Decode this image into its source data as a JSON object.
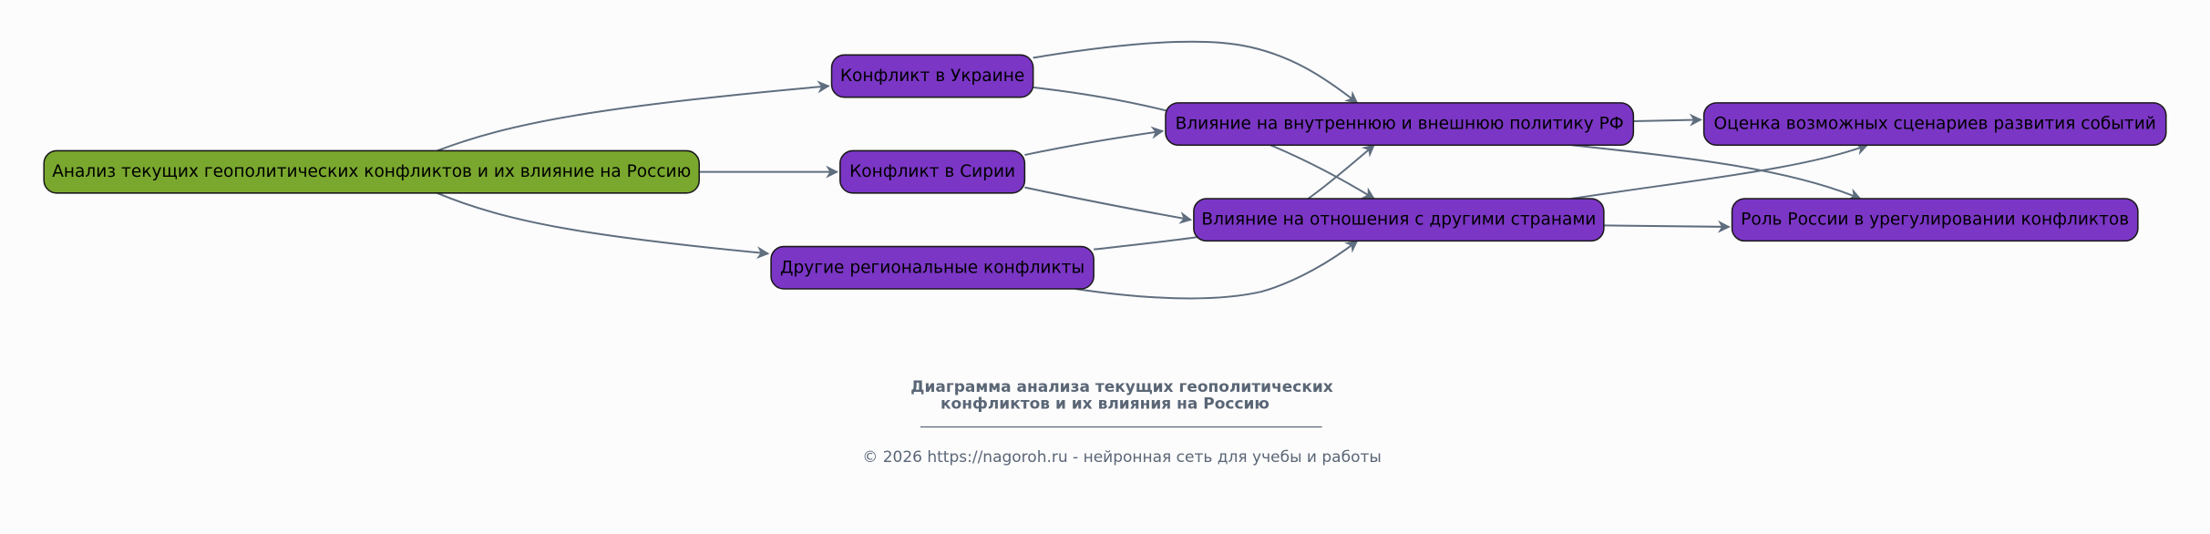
{
  "colors": {
    "root": "#7aa82e",
    "node": "#7b36c6",
    "edge": "#5f6e7e",
    "caption": "#5a6675"
  },
  "nodes": {
    "root": "Анализ текущих геополитических конфликтов и их влияние на Россию",
    "ukraine": "Конфликт в Украине",
    "syria": "Конфликт в Сирии",
    "other": "Другие региональные конфликты",
    "policy": "Влияние на внутреннюю и внешнюю политику РФ",
    "relations": "Влияние на отношения с другими странами",
    "scenarios": "Оценка возможных сценариев развития событий",
    "role": "Роль России в урегулировании конфликтов"
  },
  "caption": {
    "title_line1": "Диаграмма анализа текущих геополитических",
    "title_line2": "конфликтов и их влияния на Россию",
    "footer": "© 2026 https://nagoroh.ru - нейронная сеть для учебы и работы"
  }
}
